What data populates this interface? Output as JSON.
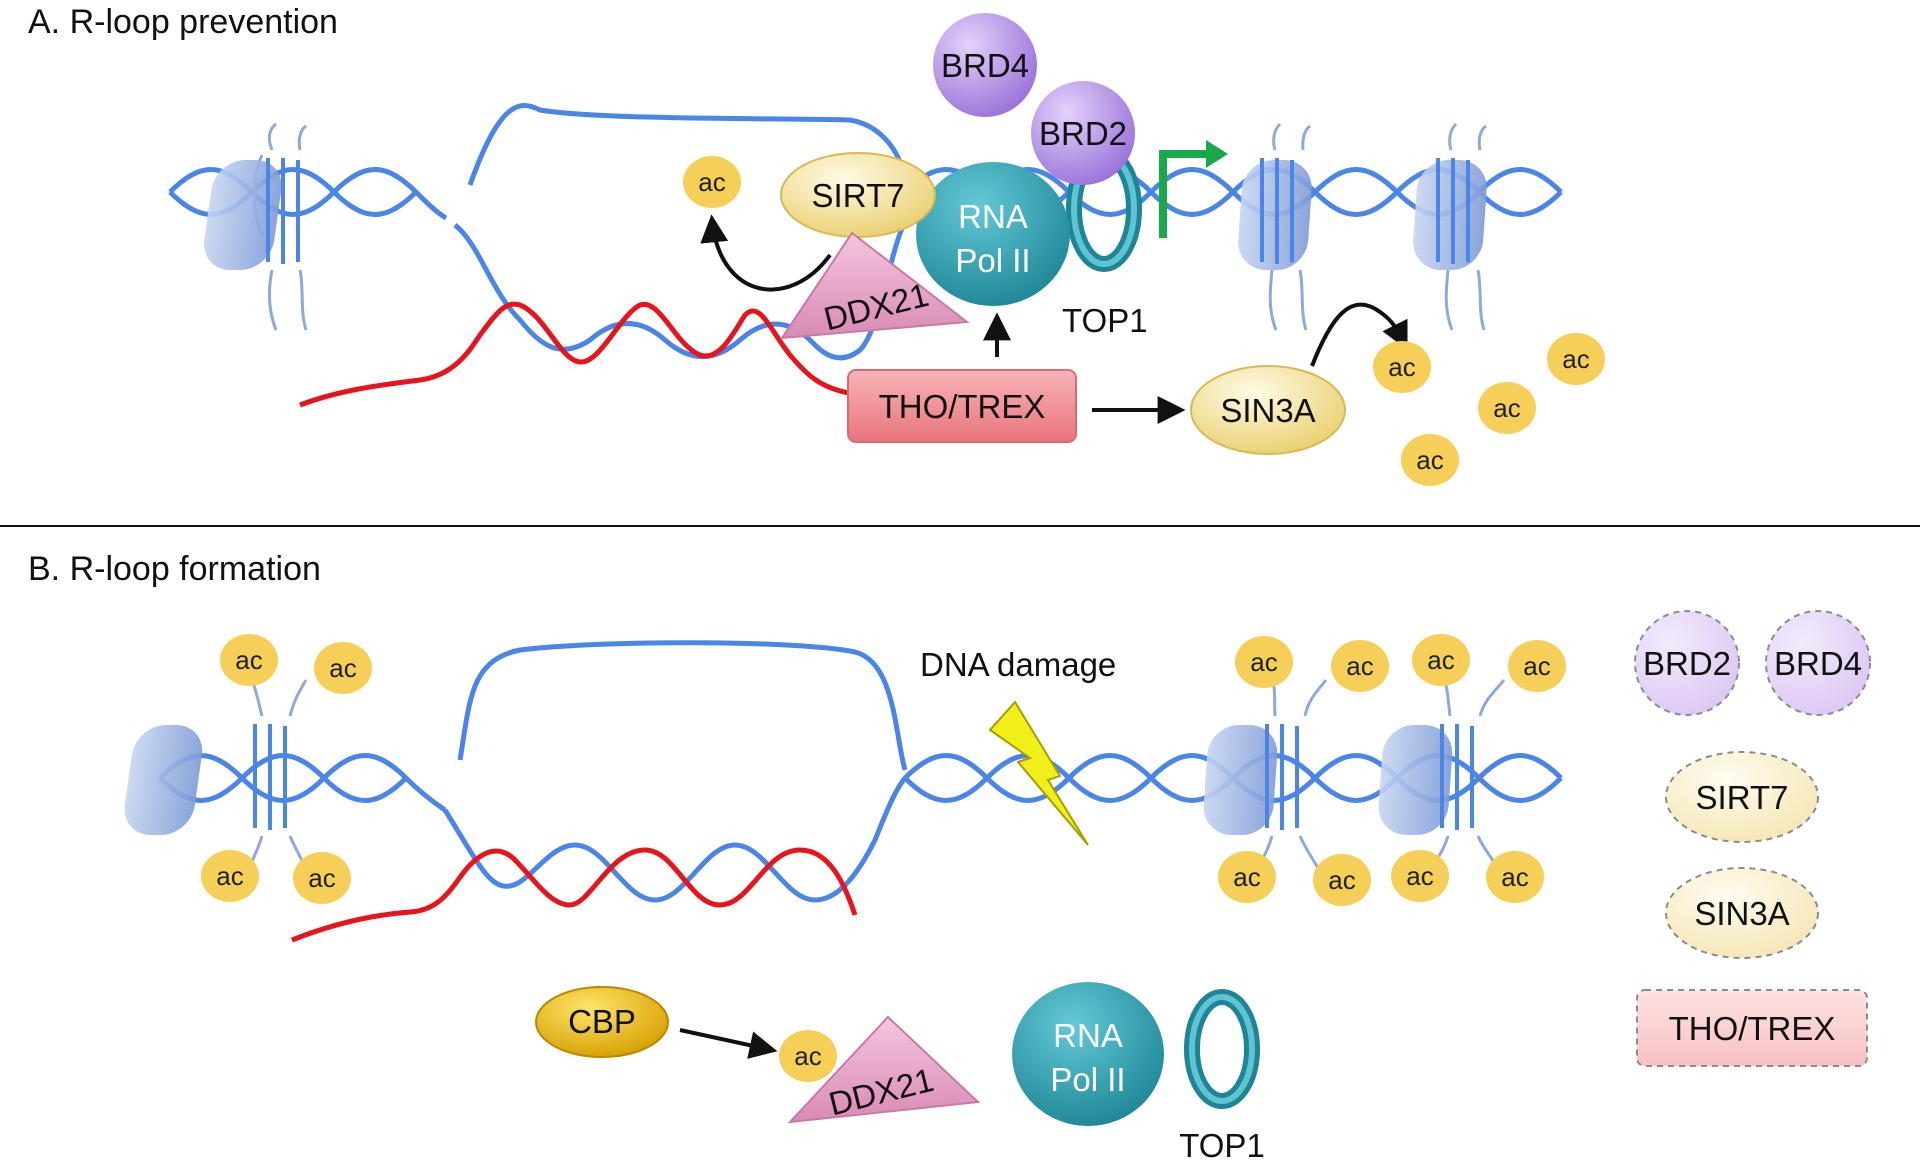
{
  "panels": {
    "a": {
      "title": "A. R-loop prevention"
    },
    "b": {
      "title": "B. R-loop formation"
    }
  },
  "labels": {
    "brd4": "BRD4",
    "brd2": "BRD2",
    "sirt7": "SIRT7",
    "sin3a": "SIN3A",
    "ddx21": "DDX21",
    "rnapol_line1": "RNA",
    "rnapol_line2": "Pol II",
    "top1": "TOP1",
    "thotrex": "THO/TREX",
    "cbp": "CBP",
    "ac": "ac",
    "dna_damage": "DNA damage"
  },
  "colors": {
    "dna": "#4a86e8",
    "rna": "#e8141b",
    "nucleosome": "#8fa9dc",
    "brd": "#b394e6",
    "sirt_sin": "#f3dc86",
    "ddx21": "#e6a4c9",
    "rnapol": "#2ba3b3",
    "thotrex": "#ef8f96",
    "cbp": "#f2c00a",
    "ac": "#f5cf58",
    "start_arrow": "#19a84a",
    "lightning": "#f0ef1a"
  }
}
